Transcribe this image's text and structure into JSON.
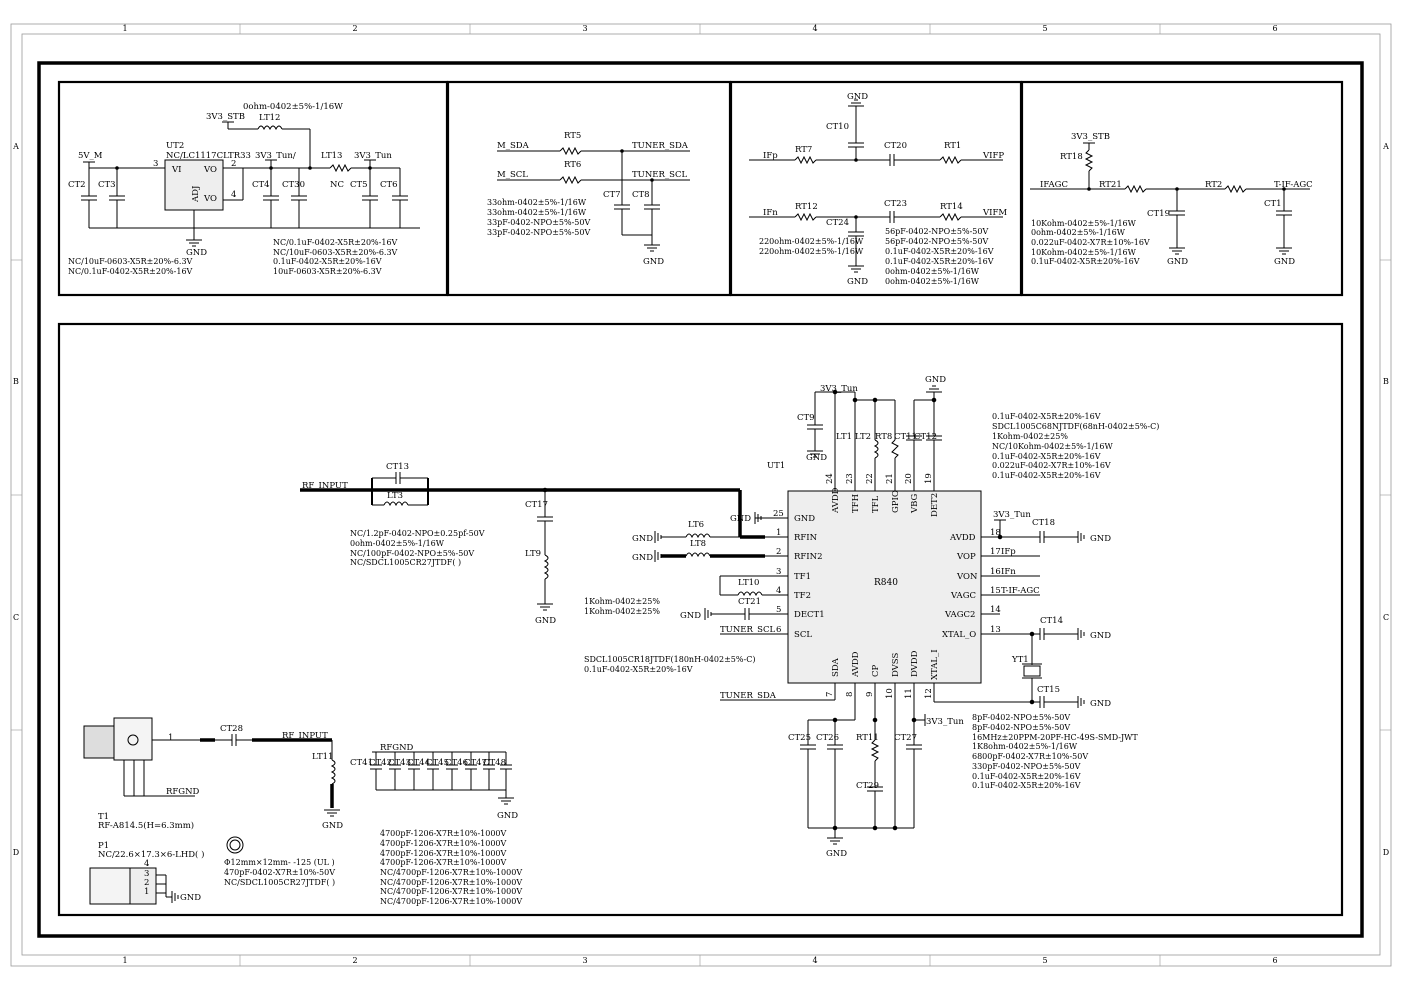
{
  "grid": {
    "columns": [
      "1",
      "2",
      "3",
      "4",
      "5",
      "6"
    ],
    "rows": [
      "A",
      "B",
      "C",
      "D"
    ]
  },
  "ldo": {
    "net_input": "5V_M",
    "net_stb": "3V3_STB",
    "net_tun_slash": "3V3_Tun/",
    "net_tun": "3V3_Tun",
    "ref": "UT2",
    "part": "NC/LC1117CLTR33",
    "pin_vi": "VI",
    "pin_vo1": "VO",
    "pin_vo2": "VO",
    "pin_adj": "ADJ",
    "pin3": "3",
    "pin2": "2",
    "pin4": "4",
    "inductor": "LT12",
    "inductor_value": "0ohm-0402±5%-1/16W",
    "lt13": "LT13",
    "nc": "NC",
    "caps": [
      "CT2",
      "CT3",
      "CT4",
      "CT30",
      "CT5",
      "CT6"
    ],
    "gnd": "GND",
    "notes_left": [
      "NC/10uF-0603-X5R±20%-6.3V",
      "NC/0.1uF-0402-X5R±20%-16V"
    ],
    "notes_right": [
      "NC/0.1uF-0402-X5R±20%-16V",
      "NC/10uF-0603-X5R±20%-6.3V",
      "0.1uF-0402-X5R±20%-16V",
      "10uF-0603-X5R±20%-6.3V"
    ]
  },
  "i2c": {
    "m_sda": "M_SDA",
    "m_scl": "M_SCL",
    "rt5": "RT5",
    "rt6": "RT6",
    "tuner_sda": "TUNER_SDA",
    "tuner_scl": "TUNER_SCL",
    "ct7": "CT7",
    "ct8": "CT8",
    "gnd": "GND",
    "notes": [
      "33ohm-0402±5%-1/16W",
      "33ohm-0402±5%-1/16W",
      "33pF-0402-NPO±5%-50V",
      "33pF-0402-NPO±5%-50V"
    ]
  },
  "vif": {
    "gnd_top": "GND",
    "ct10": "CT10",
    "ifp": "IFp",
    "rt7": "RT7",
    "ct20": "CT20",
    "rt1": "RT1",
    "vifp": "VIFP",
    "ifn": "IFn",
    "rt12": "RT12",
    "ct23": "CT23",
    "rt14": "RT14",
    "vifm": "VIFM",
    "ct24": "CT24",
    "gnd_bottom": "GND",
    "notes_left": [
      "220ohm-0402±5%-1/16W",
      "220ohm-0402±5%-1/16W"
    ],
    "notes_right": [
      "56pF-0402-NPO±5%-50V",
      "56pF-0402-NPO±5%-50V",
      "0.1uF-0402-X5R±20%-16V",
      "0.1uF-0402-X5R±20%-16V",
      "0ohm-0402±5%-1/16W",
      "0ohm-0402±5%-1/16W"
    ]
  },
  "agc": {
    "net_stb": "3V3_STB",
    "rt18": "RT18",
    "ifagc": "IFAGC",
    "rt21": "RT21",
    "rt2": "RT2",
    "t_if_agc": "T-IF-AGC",
    "ct19": "CT19",
    "ct1": "CT1",
    "gnd1": "GND",
    "gnd2": "GND",
    "notes": [
      "10Kohm-0402±5%-1/16W",
      "0ohm-0402±5%-1/16W",
      "0.022uF-0402-X7R±10%-16V",
      "10Kohm-0402±5%-1/16W",
      "0.1uF-0402-X5R±20%-16V"
    ]
  },
  "tuner": {
    "ref": "UT1",
    "part": "R840",
    "left_pins": [
      {
        "num": "25",
        "name": "GND"
      },
      {
        "num": "1",
        "name": "RFIN"
      },
      {
        "num": "2",
        "name": "RFIN2"
      },
      {
        "num": "3",
        "name": "TF1"
      },
      {
        "num": "4",
        "name": "TF2"
      },
      {
        "num": "5",
        "name": "DECT1"
      },
      {
        "num": "6",
        "name": "SCL"
      }
    ],
    "right_pins": [
      {
        "num": "18",
        "name": "AVDD",
        "net": ""
      },
      {
        "num": "17",
        "name": "VOP",
        "net": "IFp"
      },
      {
        "num": "",
        "name": "VON",
        "net": ""
      },
      {
        "num": "16",
        "name": "",
        "net": "IFn"
      },
      {
        "num": "15",
        "name": "VAGC",
        "net": "T-IF-AGC"
      },
      {
        "num": "14",
        "name": "VAGC2",
        "net": ""
      },
      {
        "num": "13",
        "name": "XTAL_O",
        "net": ""
      }
    ],
    "top_pins": [
      {
        "num": "24",
        "name": "AVDD"
      },
      {
        "num": "23",
        "name": "TFH"
      },
      {
        "num": "22",
        "name": "TFL"
      },
      {
        "num": "21",
        "name": "GPIO"
      },
      {
        "num": "20",
        "name": "VBG"
      },
      {
        "num": "19",
        "name": "DET2"
      }
    ],
    "bottom_pins": [
      {
        "num": "7",
        "name": "SDA"
      },
      {
        "num": "8",
        "name": "AVDD"
      },
      {
        "num": "9",
        "name": "CP"
      },
      {
        "num": "10",
        "name": "DVSS"
      },
      {
        "num": "11",
        "name": "DVDD"
      },
      {
        "num": "12",
        "name": "XTAL_I"
      }
    ],
    "net_3v3_top": "3V3_Tun",
    "net_3v3_right": "3V3_Tun",
    "net_3v3_bottom": "3V3_Tun",
    "gnd_top_left": "GND",
    "gnd_top_right": "GND",
    "gnd_pin25": "GND",
    "gnd_bottom": "GND",
    "top_parts": [
      "CT9",
      "LT1",
      "LT2",
      "RT8",
      "CT11",
      "CT12"
    ],
    "right_parts": [
      "CT18",
      "CT14",
      "YT1",
      "CT15"
    ],
    "bottom_parts": [
      "CT25",
      "CT26",
      "RT11",
      "CT27",
      "CT29"
    ],
    "tuner_sda": "TUNER_SDA",
    "tuner_scl": "TUNER_SCL",
    "notes_top": [
      "0.1uF-0402-X5R±20%-16V",
      "SDCL1005C68NJTDF(68nH-0402±5%-C)",
      "1Kohm-0402±25%",
      "NC/10Kohm-0402±5%-1/16W",
      "0.1uF-0402-X5R±20%-16V",
      "0.022uF-0402-X7R±10%-16V",
      "0.1uF-0402-X5R±20%-16V"
    ],
    "notes_bottom": [
      "8pF-0402-NPO±5%-50V",
      "8pF-0402-NPO±5%-50V",
      "16MHz±20PPM-20PF-HC-49S-SMD-JWT",
      "1K8ohm-0402±5%-1/16W",
      "6800pF-0402-X7R±10%-50V",
      "330pF-0402-NPO±5%-50V",
      "0.1uF-0402-X5R±20%-16V",
      "0.1uF-0402-X5R±20%-16V"
    ]
  },
  "rf_in": {
    "net": "RF_INPUT",
    "ct13": "CT13",
    "lt3": "LT3",
    "ct17": "CT17",
    "lt9": "LT9",
    "gnd": "GND",
    "lt6": "LT6",
    "lt8": "LT8",
    "gnd1": "GND",
    "gnd2": "GND",
    "lt10": "LT10",
    "ct21": "CT21",
    "gnd3": "GND",
    "notes": [
      "NC/1.2pF-0402-NPO±0.25pf-50V",
      "0ohm-0402±5%-1/16W",
      "NC/100pF-0402-NPO±5%-50V",
      "NC/SDCL1005CR27JTDF(      )"
    ],
    "notes_lt": [
      "1Kohm-0402±25%",
      "1Kohm-0402±25%"
    ],
    "notes_lt10": [
      "SDCL1005CR18JTDF(180nH-0402±5%-C)",
      "0.1uF-0402-X5R±20%-16V"
    ]
  },
  "connector": {
    "ref": "T1",
    "part": "RF-A814.5(H=6.3mm)",
    "pin1": "1",
    "ct28": "CT28",
    "net": "RF_INPUT",
    "lt11": "LT11",
    "rfgnd": "RFGND",
    "rfgnd2": "RFGND",
    "gnd": "GND",
    "gnd2": "GND",
    "caps": [
      "CT41",
      "CT42",
      "CT43",
      "CT44",
      "CT45",
      "CT46",
      "CT47",
      "CT48"
    ],
    "p1": "P1",
    "p1_part": "NC/22.6×17.3×6-LHD(      )",
    "p1_pins": [
      "4",
      "3",
      "2",
      "1"
    ],
    "p1_gnd": "GND",
    "ferrite": "Φ12mm×12mm-      -125  (UL      )",
    "notes_misc": [
      "470pF-0402-X7R±10%-50V",
      "NC/SDCL1005CR27JTDF(      )"
    ],
    "notes_caps": [
      "4700pF-1206-X7R±10%-1000V",
      "4700pF-1206-X7R±10%-1000V",
      "4700pF-1206-X7R±10%-1000V",
      "4700pF-1206-X7R±10%-1000V",
      "NC/4700pF-1206-X7R±10%-1000V",
      "NC/4700pF-1206-X7R±10%-1000V",
      "NC/4700pF-1206-X7R±10%-1000V",
      "NC/4700pF-1206-X7R±10%-1000V"
    ]
  }
}
